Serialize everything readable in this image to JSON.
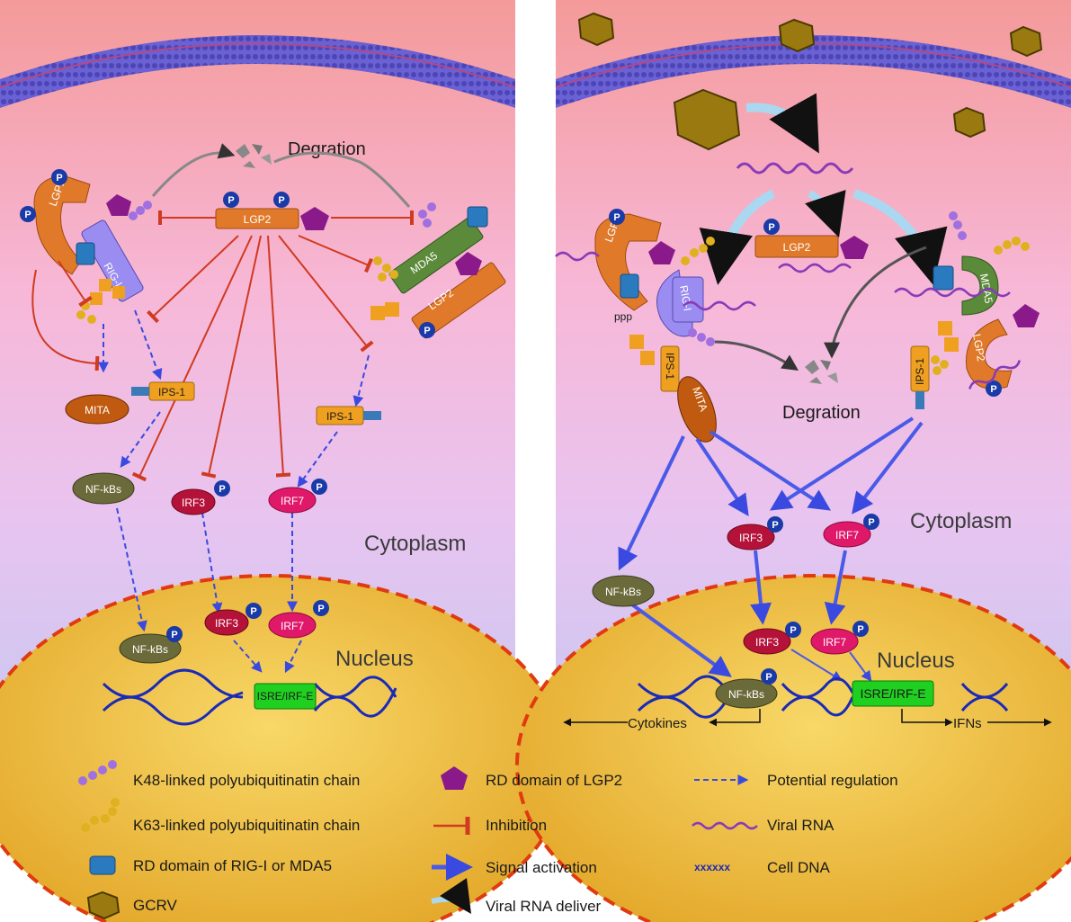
{
  "left_panel": {
    "degradation": "Degration",
    "cytoplasm": "Cytoplasm",
    "nucleus": "Nucleus",
    "lgp2_center": "LGP2",
    "lgp2_rig": "LGP2",
    "rig_i": "RIG-I",
    "mda5": "MDA5",
    "lgp2_mda": "LGP2",
    "ips1_a": "IPS-1",
    "ips1_b": "IPS-1",
    "mita": "MITA",
    "nfkbs": "NF-kBs",
    "irf3": "IRF3",
    "irf7": "IRF7",
    "nfkbs_nuc": "NF-kBs",
    "irf3_nuc": "IRF3",
    "irf7_nuc": "IRF7",
    "isre": "ISRE/IRF-E",
    "p": "P"
  },
  "right_panel": {
    "degradation": "Degration",
    "cytoplasm": "Cytoplasm",
    "nucleus": "Nucleus",
    "lgp2_center": "LGP2",
    "lgp2_rig": "LGP2",
    "rig_i": "RIG-I",
    "ppp": "ppp",
    "mda5": "MDA5",
    "lgp2_mda": "LGP2",
    "ips1_a": "IPS-1",
    "ips1_b": "IPS-1",
    "mita": "MITA",
    "nfkbs": "NF-kBs",
    "irf3": "IRF3",
    "irf7": "IRF7",
    "nfkbs_nuc": "NF-kBs",
    "irf3_nuc": "IRF3",
    "irf7_nuc": "IRF7",
    "isre": "ISRE/IRF-E",
    "cytokines": "Cytokines",
    "ifns": "IFNs",
    "p": "P"
  },
  "legend": {
    "k48": "K48-linked polyubiquitinatin chain",
    "k63": "K63-linked polyubiquitinatin chain",
    "rd_rig": "RD domain of RIG-I or MDA5",
    "gcrv": "GCRV",
    "rd_lgp2": "RD domain of LGP2",
    "inhibition": "Inhibition",
    "signal": "Signal activation",
    "viral_deliver": "Viral RNA deliver",
    "potential": "Potential regulation",
    "viral_rna": "Viral RNA",
    "cell_dna": "Cell DNA"
  },
  "colors": {
    "lgp2": "#e07a2a",
    "rig": "#9a8cf0",
    "mda5": "#5b8a3a",
    "irf3": "#b5123a",
    "irf7": "#e0186a",
    "nfkb": "#6b6a3a",
    "inhibit": "#d03a20",
    "activate": "#3a4ae0",
    "nucleus": "#f0c040",
    "p_badge": "#1a3aa8"
  }
}
